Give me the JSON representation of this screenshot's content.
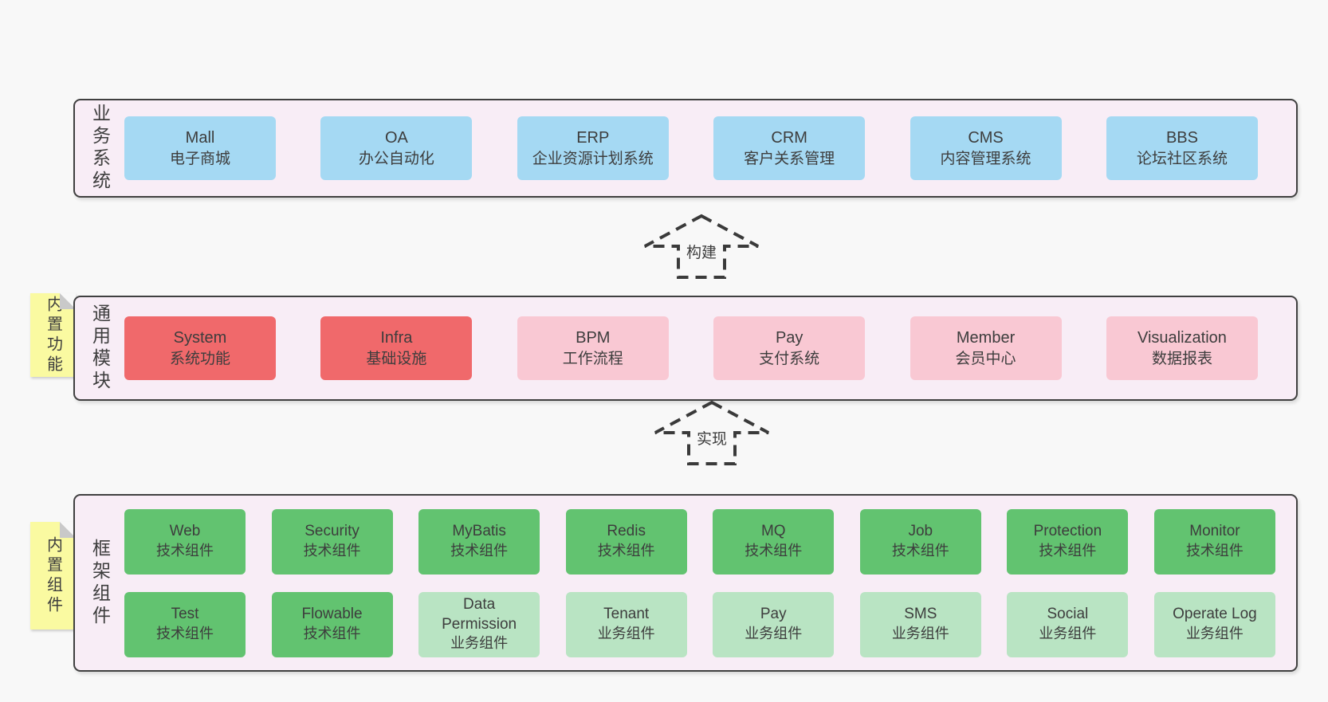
{
  "colors": {
    "page_background": "#f8f8f8",
    "layer_background": "#f8edf6",
    "layer_border": "#404040",
    "blue_box": "#a5d9f3",
    "red_box": "#f0696b",
    "pink_box": "#f9c8d3",
    "green_box": "#62c370",
    "light_green_box": "#b9e4c3",
    "sticky_note": "#fafaa1",
    "sticky_fold": "#c9c9c9",
    "text": "#3d3d3d"
  },
  "arrows": [
    {
      "label": "构建"
    },
    {
      "label": "实现"
    }
  ],
  "layers": [
    {
      "name": "业务系统",
      "boxes": [
        {
          "title": "Mall",
          "subtitle": "电子商城",
          "color": "blue"
        },
        {
          "title": "OA",
          "subtitle": "办公自动化",
          "color": "blue"
        },
        {
          "title": "ERP",
          "subtitle": "企业资源计划系统",
          "color": "blue"
        },
        {
          "title": "CRM",
          "subtitle": "客户关系管理",
          "color": "blue"
        },
        {
          "title": "CMS",
          "subtitle": "内容管理系统",
          "color": "blue"
        },
        {
          "title": "BBS",
          "subtitle": "论坛社区系统",
          "color": "blue"
        }
      ]
    },
    {
      "name": "通用模块",
      "sticky_note": "内置功能",
      "boxes": [
        {
          "title": "System",
          "subtitle": "系统功能",
          "color": "red"
        },
        {
          "title": "Infra",
          "subtitle": "基础设施",
          "color": "red"
        },
        {
          "title": "BPM",
          "subtitle": "工作流程",
          "color": "pink"
        },
        {
          "title": "Pay",
          "subtitle": "支付系统",
          "color": "pink"
        },
        {
          "title": "Member",
          "subtitle": "会员中心",
          "color": "pink"
        },
        {
          "title": "Visualization",
          "subtitle": "数据报表",
          "color": "pink"
        }
      ]
    },
    {
      "name": "框架组件",
      "sticky_note": "内置组件",
      "rows": [
        [
          {
            "title": "Web",
            "subtitle": "技术组件",
            "color": "green"
          },
          {
            "title": "Security",
            "subtitle": "技术组件",
            "color": "green"
          },
          {
            "title": "MyBatis",
            "subtitle": "技术组件",
            "color": "green"
          },
          {
            "title": "Redis",
            "subtitle": "技术组件",
            "color": "green"
          },
          {
            "title": "MQ",
            "subtitle": "技术组件",
            "color": "green"
          },
          {
            "title": "Job",
            "subtitle": "技术组件",
            "color": "green"
          },
          {
            "title": "Protection",
            "subtitle": "技术组件",
            "color": "green"
          },
          {
            "title": "Monitor",
            "subtitle": "技术组件",
            "color": "green"
          }
        ],
        [
          {
            "title": "Test",
            "subtitle": "技术组件",
            "color": "green"
          },
          {
            "title": "Flowable",
            "subtitle": "技术组件",
            "color": "green"
          },
          {
            "title": "Data Permission",
            "subtitle": "业务组件",
            "color": "green-light"
          },
          {
            "title": "Tenant",
            "subtitle": "业务组件",
            "color": "green-light"
          },
          {
            "title": "Pay",
            "subtitle": "业务组件",
            "color": "green-light"
          },
          {
            "title": "SMS",
            "subtitle": "业务组件",
            "color": "green-light"
          },
          {
            "title": "Social",
            "subtitle": "业务组件",
            "color": "green-light"
          },
          {
            "title": "Operate Log",
            "subtitle": "业务组件",
            "color": "green-light"
          }
        ]
      ]
    }
  ]
}
